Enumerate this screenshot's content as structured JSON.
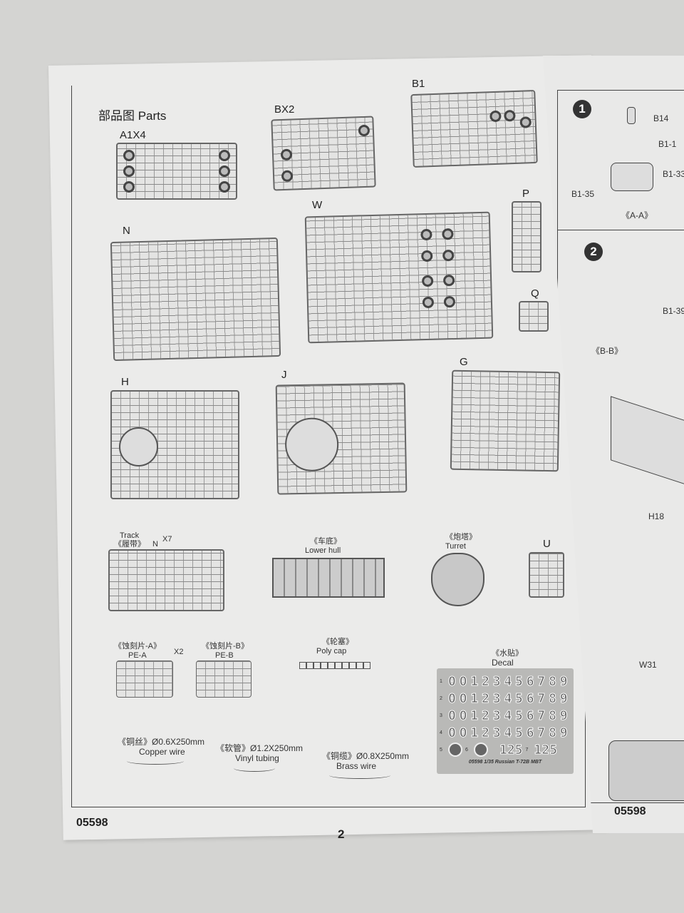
{
  "left_page": {
    "title": "部品图 Parts",
    "sprues": [
      {
        "id": "a1",
        "label": "A1X4"
      },
      {
        "id": "bx2",
        "label": "BX2"
      },
      {
        "id": "b1",
        "label": "B1"
      },
      {
        "id": "n",
        "label": "N"
      },
      {
        "id": "w",
        "label": "W"
      },
      {
        "id": "p",
        "label": "P"
      },
      {
        "id": "q",
        "label": "Q"
      },
      {
        "id": "h",
        "label": "H"
      },
      {
        "id": "j",
        "label": "J"
      },
      {
        "id": "g",
        "label": "G"
      },
      {
        "id": "u",
        "label": "U"
      }
    ],
    "track": {
      "cn": "《履带》",
      "en": "Track",
      "letter": "N",
      "count": "X7"
    },
    "lower_hull": {
      "cn": "《车底》",
      "en": "Lower hull"
    },
    "turret": {
      "cn": "《炮塔》",
      "en": "Turret"
    },
    "pe_a": {
      "cn": "《蚀刻片-A》",
      "en": "PE-A",
      "count": "X2"
    },
    "pe_b": {
      "cn": "《蚀刻片-B》",
      "en": "PE-B"
    },
    "poly_cap": {
      "cn": "《轮塞》",
      "en": "Poly cap"
    },
    "decal": {
      "cn": "《水贴》",
      "en": "Decal",
      "rows": [
        "0 0 1 2 3 4 5 6 7 8 9",
        "0 0 1 2 3 4 5 6 7 8 9",
        "0 0 1 2 3 4 5 6 7 8 9",
        "0 0 1 2 3 4 5 6 7 8 9"
      ],
      "row_nums": [
        "1",
        "2",
        "3",
        "4"
      ],
      "num5": "5",
      "num6": "6",
      "num7": "7",
      "big": "125",
      "caption": "05598  1/35  Russian T-72B MBT"
    },
    "copper": {
      "spec": "《铜丝》Ø0.6X250mm",
      "en": "Copper wire"
    },
    "vinyl": {
      "spec": "《软管》Ø1.2X250mm",
      "en": "Vinyl tubing"
    },
    "brass": {
      "spec": "《铜缆》Ø0.8X250mm",
      "en": "Brass wire"
    },
    "code": "05598",
    "page_number": "2"
  },
  "right_page": {
    "step1": "1",
    "step2": "2",
    "parts1": [
      "B14",
      "B1-1",
      "B1-33",
      "B1-35"
    ],
    "view1": "《A-A》",
    "parts2": [
      "B1-39",
      "《B-B》",
      "H18",
      "W31"
    ],
    "code": "05598"
  }
}
